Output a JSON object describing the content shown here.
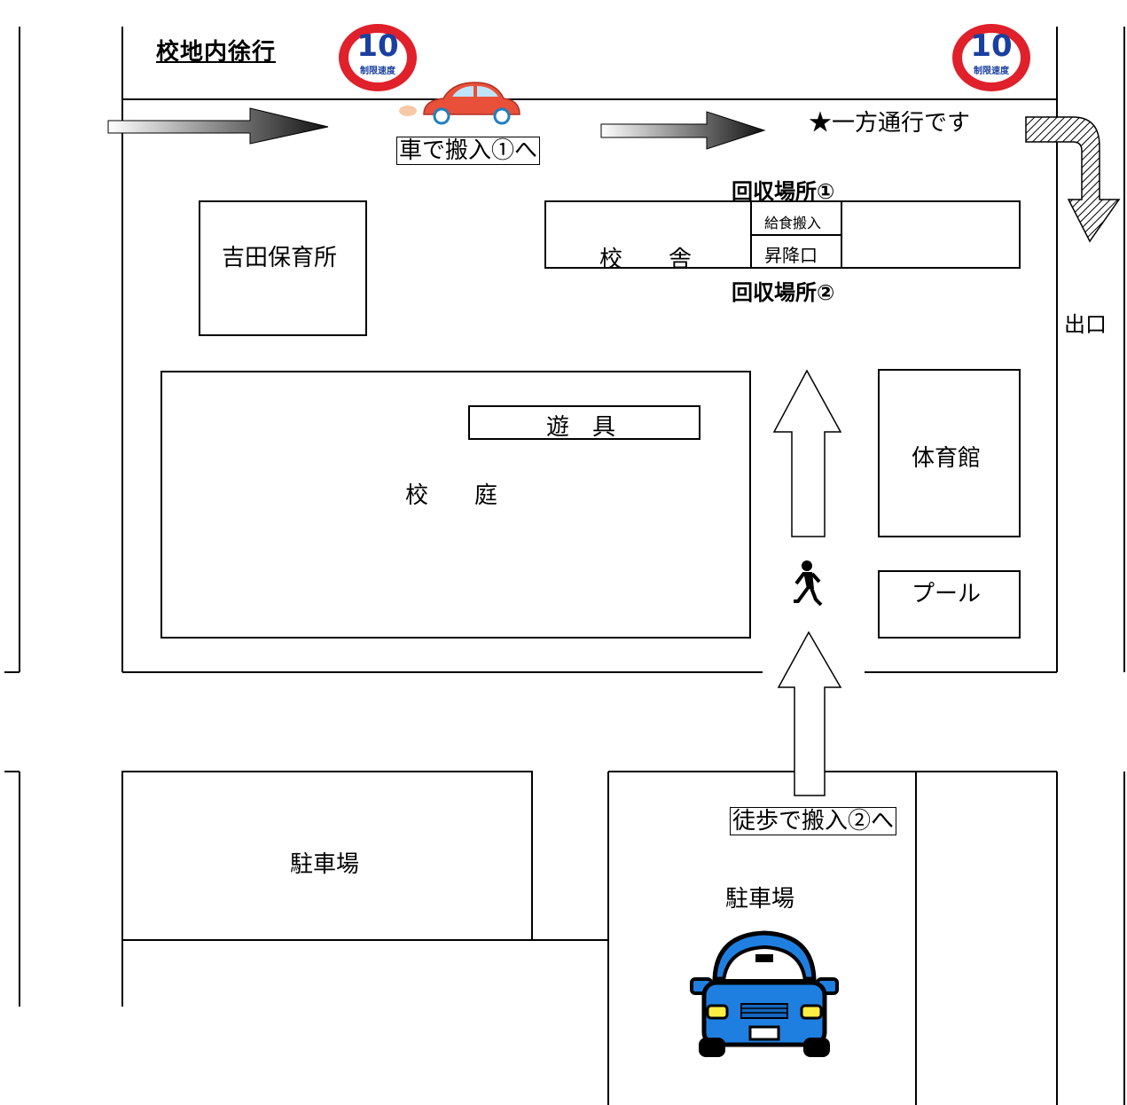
{
  "title": "校地内徐行",
  "speed_sign": {
    "number": "10",
    "caption": "制限速度"
  },
  "notices": {
    "one_way": "★一方通行です",
    "car_entry": "車で搬入①へ",
    "walk_entry": "徒歩で搬入②へ"
  },
  "exit_label": "出口",
  "collection": {
    "point1": "回収場所①",
    "point2": "回収場所②"
  },
  "buildings": {
    "nursery": "吉田保育所",
    "school": "校　　舎",
    "lunch": "給食搬入",
    "lift": "昇降口",
    "playground_equipment": "遊　具",
    "schoolyard": "校　　庭",
    "gym": "体育館",
    "pool": "プール"
  },
  "parking": {
    "left": "駐車場",
    "right": "駐車場"
  },
  "colors": {
    "red_car": "#e8503a",
    "blue_car": "#1f7fe0",
    "sign_red": "#e0202a",
    "sign_blue": "#1a3fa0"
  },
  "icons": [
    "red-car-icon",
    "blue-car-icon",
    "pedestrian-icon",
    "speed-limit-sign-icon",
    "flow-arrow-icon",
    "exit-arrow-icon"
  ]
}
